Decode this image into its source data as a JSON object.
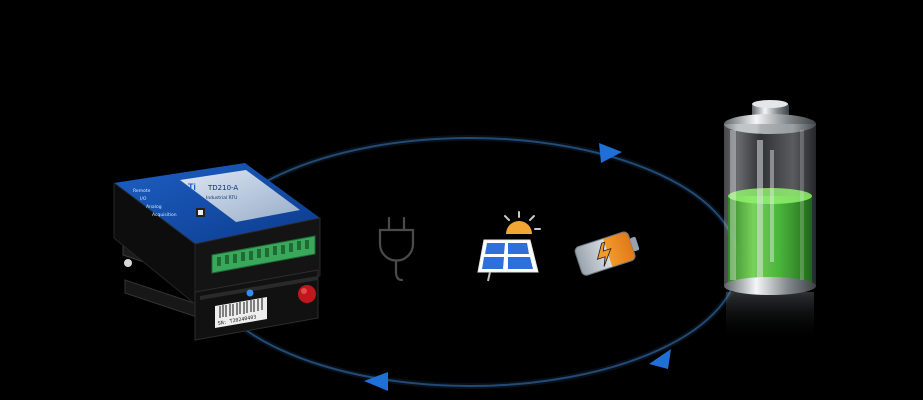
{
  "device": {
    "brand": "Ti",
    "model": "TD210-A",
    "model_subtitle": "Industrial RTU",
    "side_label_lines": [
      "Remote",
      "I/O",
      "Analog",
      "Acquisition"
    ],
    "barcode_text": "SN: T20240403"
  },
  "icons": [
    "plug-icon",
    "solar-panel-icon",
    "battery-charging-icon"
  ],
  "colors": {
    "background": "#000000",
    "cycle_ring": "#2b5a8a",
    "arrow": "#1f6fd6",
    "battery_fill": "#5bd14a"
  },
  "battery": {
    "charge_level": 0.55
  }
}
